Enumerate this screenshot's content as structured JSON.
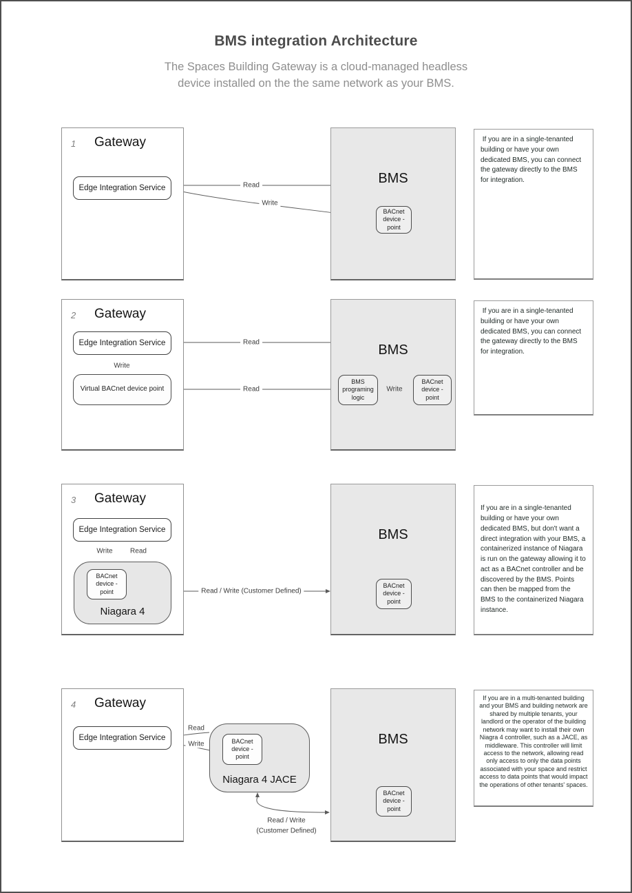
{
  "page": {
    "title": "BMS integration Architecture",
    "subtitle": "The Spaces Building Gateway is a cloud-managed headless device installed on the the same network as your BMS."
  },
  "colors": {
    "bms_fill": "#e8e8e8",
    "niagara_fill": "#e7e7e7",
    "title_text": "#4c4c4c",
    "subtitle_text": "#8e8e8e",
    "wire_line": "#5a5a5a"
  },
  "common": {
    "gateway_title": "Gateway",
    "bms_title": "BMS",
    "eis_label": "Edge Integration Service",
    "bacnet_label": "BACnet device - point",
    "read": "Read",
    "write": "Write"
  },
  "rows": [
    {
      "number": "1",
      "note": " If you are in a single-tenanted building or have your own dedicated BMS, you can connect the gateway directly to the BMS for integration."
    },
    {
      "number": "2",
      "virtual_bacnet_label": "Virtual BACnet device point",
      "bms_logic_label": "BMS programing logic",
      "note": " If you are in a single-tenanted building or have your own dedicated BMS, you can connect the gateway directly to the BMS for integration."
    },
    {
      "number": "3",
      "niagara_label": "Niagara 4",
      "read_write_label": "Read / Write (Customer Defined)",
      "note": "If you are in a single-tenanted building or have your own dedicated BMS, but don't want a direct integration with your BMS, a containerized instance of Niagara is run on the gateway allowing it to act as a BACnet controller and be discovered by the BMS. Points can then be mapped from the BMS to the containerized Niagara instance."
    },
    {
      "number": "4",
      "niagara_label": "Niagara 4 JACE",
      "read_write_line1": "Read / Write",
      "read_write_line2": "(Customer Defined)",
      "note": "If you are in a multi-tenanted building and your BMS and building network are shared by multiple tenants, your landlord or the operator of the building network may want to install their own Niagra 4 controller, such as a JACE, as middleware. This controller will limit access to the network, allowing read only access to only the data points associated with your space and restrict access to data points that would impact the operations of other tenants' spaces."
    }
  ]
}
